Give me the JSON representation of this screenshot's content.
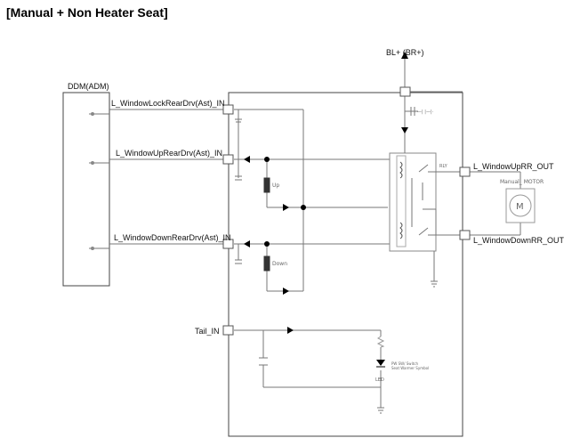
{
  "title": "[Manual + Non Heater Seat]",
  "module_left": "DDM(ADM)",
  "supply": "BL+ (BR+)",
  "inputs": {
    "lock": "L_WindowLockRearDrv(Ast)_IN",
    "up": "L_WindowUpRearDrv(Ast)_IN",
    "down": "L_WindowDownRearDrv(Ast)_IN",
    "tail": "Tail_IN"
  },
  "outputs": {
    "up": "L_WindowUpRR_OUT",
    "down": "L_WindowDownRR_OUT"
  },
  "switches": {
    "up": "Up",
    "down": "Down"
  },
  "relay": "RLY",
  "motor": {
    "label": "Manual_ MOTOR",
    "symbol": "M"
  },
  "led": {
    "ref": "LED",
    "note_line1": "PW SW/ Switch",
    "note_line2": "Seat Warmer Symbol"
  },
  "fuse_mark": "—| |—|·"
}
